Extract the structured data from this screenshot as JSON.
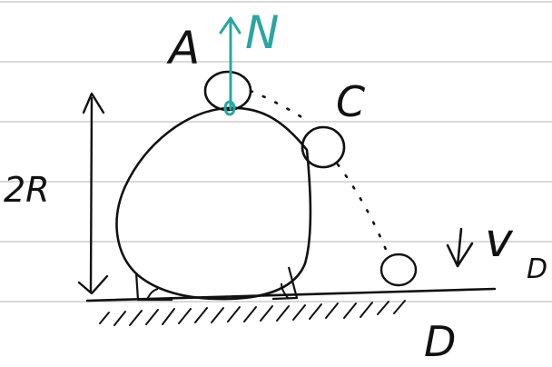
{
  "labels": {
    "point_a": "A",
    "force_n": "N",
    "point_c": "C",
    "height": "2R",
    "point_d": "D",
    "velocity": "v",
    "velocity_sub": "D"
  },
  "colors": {
    "ink": "#111111",
    "normal_force": "#2aa6a0",
    "ruled_line": "#d9d9d9"
  }
}
